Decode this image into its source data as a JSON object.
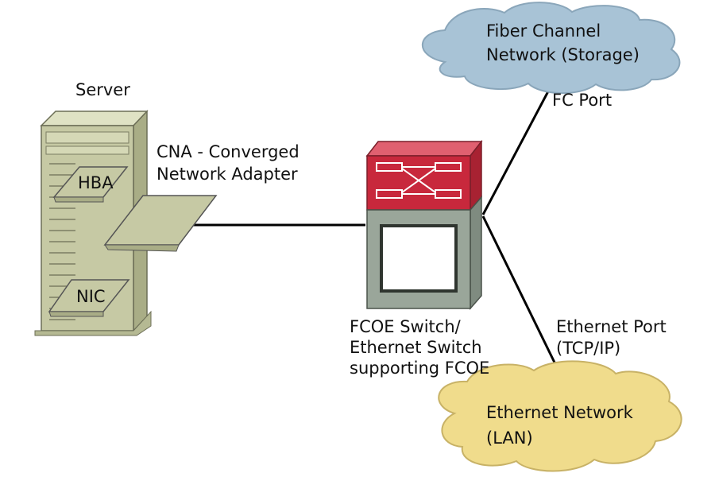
{
  "labels": {
    "server": "Server",
    "cna_line1": "CNA - Converged",
    "cna_line2": "Network Adapter",
    "hba": "HBA",
    "nic": "NIC",
    "switch_line1": "FCOE Switch/",
    "switch_line2": "Ethernet Switch",
    "switch_line3": "supporting FCOE",
    "fc_cloud_line1": "Fiber Channel",
    "fc_cloud_line2": "Network (Storage)",
    "fc_port": "FC Port",
    "eth_port_line1": "Ethernet Port",
    "eth_port_line2": "(TCP/IP)",
    "eth_cloud_line1": "Ethernet Network",
    "eth_cloud_line2": "(LAN)"
  },
  "colors": {
    "fc_cloud": "#a8c3d6",
    "eth_cloud": "#f0dc8c",
    "server_body": "#c6c9a4",
    "switch_top": "#c8283c",
    "switch_body": "#9aa69a",
    "cable": "#000000"
  }
}
